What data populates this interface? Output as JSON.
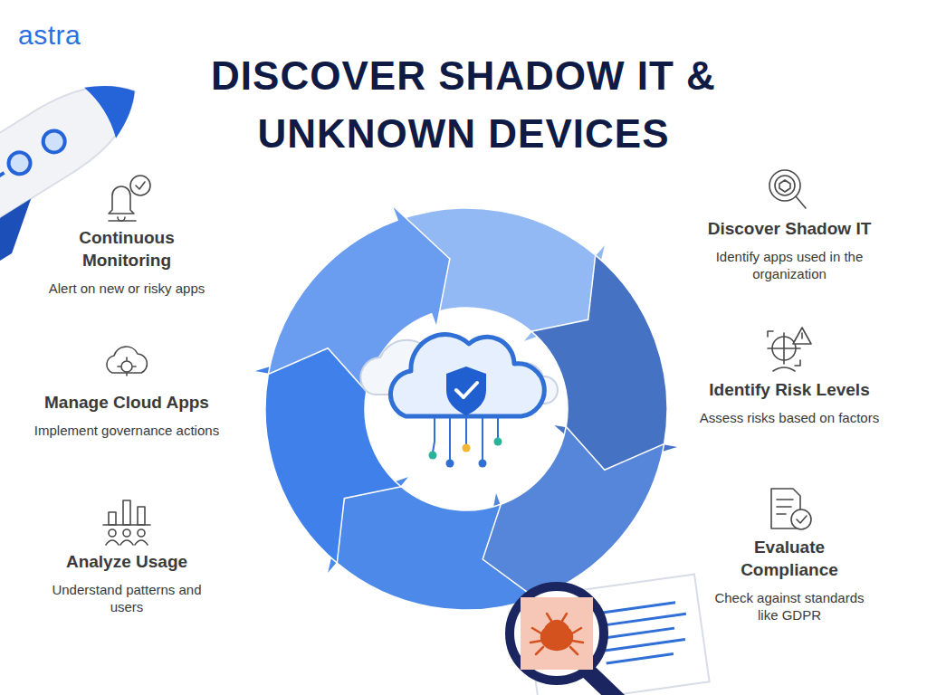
{
  "diagram": {
    "title": "DISCOVER SHADOW IT & UNKNOWN DEVICES",
    "nodes": [
      {
        "text": [
          "Discover Shadow IT",
          "Identify apps used in the organization"
        ]
      },
      {
        "text": [
          "Identify Risk Levels",
          "Assess risks based on factors"
        ]
      },
      {
        "text": [
          "Evaluate Compliance",
          "Check against standards like GDPR"
        ]
      },
      {
        "text": [
          "Analyze Usage",
          "Understand patterns and users"
        ]
      },
      {
        "text": [
          "Manage Cloud Apps",
          "Implement governance actions"
        ]
      },
      {
        "text": [
          "Continuous Monitoring",
          "Alert on new or risky apps"
        ]
      }
    ],
    "labels": [
      "astra"
    ]
  }
}
